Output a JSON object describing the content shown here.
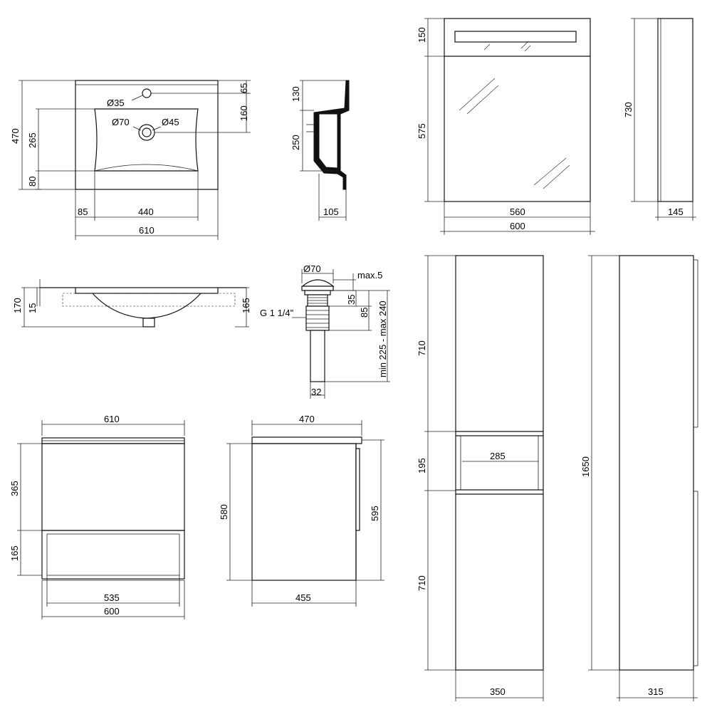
{
  "colors": {
    "line": "#111111",
    "background": "#ffffff"
  },
  "labels": {
    "d35": "Ø35",
    "d70": "Ø70",
    "d45": "Ø45",
    "d70_drain": "Ø70",
    "max5": "max.5",
    "g114": "G 1 1/4\"",
    "drain_range": "min 225 - max 240"
  },
  "dims": {
    "sink_top": {
      "h470": "470",
      "h265": "265",
      "h80": "80",
      "v65": "65",
      "v160": "160",
      "w85": "85",
      "w440": "440",
      "w610": "610"
    },
    "sink_side": {
      "h130": "130",
      "h250": "250",
      "w105": "105"
    },
    "sink_front": {
      "h170": "170",
      "h15": "15",
      "h165": "165"
    },
    "drain": {
      "h35": "35",
      "h85": "85",
      "w32": "32"
    },
    "cab_front": {
      "w610": "610",
      "h365": "365",
      "h165": "165",
      "w535": "535",
      "w600": "600"
    },
    "cab_side": {
      "w470": "470",
      "h580": "580",
      "h595": "595",
      "w455": "455"
    },
    "mirror_front": {
      "h150": "150",
      "h575": "575",
      "w560": "560",
      "w600": "600"
    },
    "mirror_side": {
      "h730": "730",
      "w145": "145"
    },
    "tall_front": {
      "h710a": "710",
      "h195": "195",
      "w285": "285",
      "h710b": "710",
      "w350": "350"
    },
    "tall_side": {
      "h1650": "1650",
      "w315": "315"
    }
  }
}
